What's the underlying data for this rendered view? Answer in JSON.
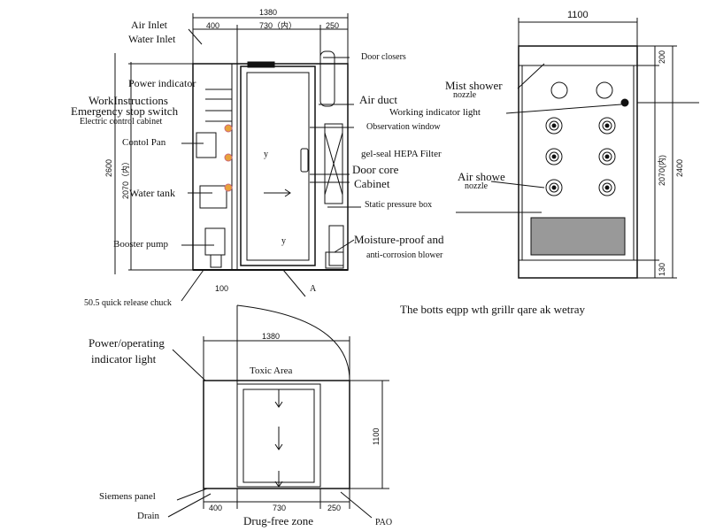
{
  "side_view": {
    "labels": {
      "air_inlet": "Air Inlet",
      "water_inlet": "Water Inlet",
      "power_indicator": "Power indicator",
      "work_instructions": "WorkInstructions",
      "emergency_stop": "Emergency stop switch",
      "electric_cabinet": "Electric control cabinet",
      "control_pan": "Contol Pan",
      "water_tank": "Water tank",
      "booster_pump": "Booster pump",
      "quick_release": "50.5 quick release chuck",
      "door_closers": "Door closers",
      "air_duct": "Air duct",
      "observation_window": "Observation window",
      "hepa_filter": "gel-seal HEPA Filter",
      "door_core": "Door core",
      "cabinet": "Cabinet",
      "static_box": "Static pressure box",
      "moisture_proof": "Moisture-proof and",
      "anti_corrosion": "anti-corrosion blower",
      "marker_a": "A",
      "marker_y1": "y",
      "marker_y2": "y"
    },
    "dims": {
      "width_total": "1380",
      "left_part": "400",
      "inner": "730（内）",
      "right_part": "250",
      "height_total": "2600",
      "height_inner": "2070（内）",
      "bottom": "100"
    }
  },
  "front_view": {
    "labels": {
      "mist_shower": "Mist shower",
      "mist_nozzle": "nozzle",
      "working_light": "Working indicator light",
      "air_shower": "Air showe",
      "air_nozzle": "nozzle",
      "caption": "The botts eqpp wth grillr qare ak  wetray"
    },
    "dims": {
      "width": "1100",
      "top": "200",
      "inner_height": "2070(内)",
      "total_height": "2400",
      "bottom": "130"
    }
  },
  "plan_view": {
    "labels": {
      "power_light_1": "Power/operating",
      "power_light_2": "indicator light",
      "toxic_area": "Toxic Area",
      "siemens_panel": "Siemens panel",
      "drain": "Drain",
      "drug_free": "Drug-free zone",
      "pao": "PAO"
    },
    "dims": {
      "width_total": "1380",
      "depth": "1100",
      "left_part": "400",
      "inner": "730",
      "right_part": "250"
    }
  }
}
